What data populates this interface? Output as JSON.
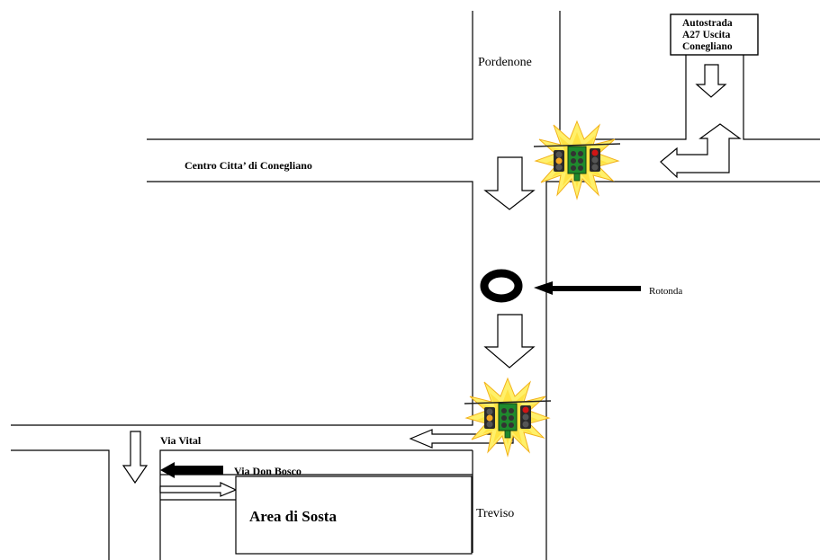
{
  "labels": {
    "pordenone": "Pordenone",
    "autostrada_line1": "Autostrada",
    "autostrada_line2": "A27 Uscita",
    "autostrada_line3": "Conegliano",
    "centro": "Centro Citta’ di Conegliano",
    "rotonda": "Rotonda",
    "via_vital": "Via Vital",
    "via_don_bosco": "Via Don Bosco",
    "area_di_sosta": "Area di Sosta",
    "treviso": "Treviso"
  },
  "colors": {
    "line": "#000000",
    "background": "#ffffff",
    "burst": "#fff06a",
    "burst_edge": "#f2b21c",
    "light_body": "#1f8a2d",
    "lamp_red": "#d01515",
    "lamp_yellow": "#f5a623",
    "lamp_off": "#333333"
  },
  "icons": {
    "traffic_light": "traffic-light-icon",
    "roundabout": "roundabout-icon"
  }
}
